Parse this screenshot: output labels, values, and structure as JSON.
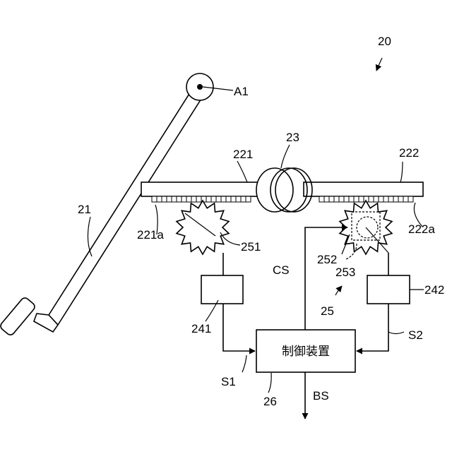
{
  "figure": {
    "labels": {
      "system": "20",
      "pivot": "A1",
      "pedal": "21",
      "spring": "23",
      "rack_left": "221",
      "rack_right": "222",
      "rack_left_teeth": "221a",
      "rack_right_teeth": "222a",
      "gear_left": "251",
      "gear_right": "252",
      "clutch": "253",
      "actuator_group": "25",
      "sensor_left": "241",
      "sensor_right": "242",
      "controller_ref": "26",
      "signal_s1": "S1",
      "signal_s2": "S2",
      "signal_cs": "CS",
      "signal_bs": "BS"
    },
    "controller_text": "制御装置"
  }
}
